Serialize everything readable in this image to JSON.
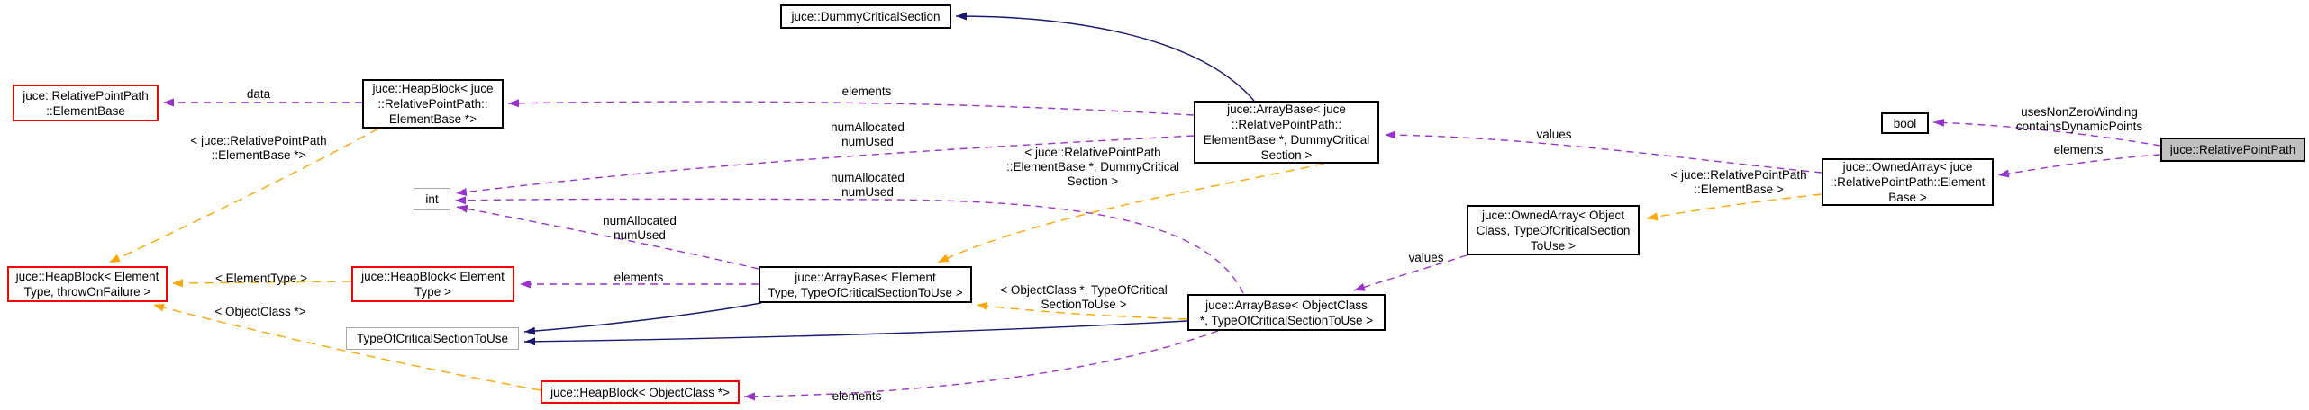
{
  "diagram": {
    "type": "doxygen-collaboration-graph",
    "colors": {
      "member_edge": "#9a32cd",
      "template_edge": "#ffa500",
      "inheritance_edge": "#191970",
      "current_node_fill": "#bfbfbf",
      "truncated_node_border": "#ff0000"
    },
    "nodes": [
      {
        "id": "dummy-critical-section",
        "label": "juce::DummyCriticalSection"
      },
      {
        "id": "relative-point-path-element-base",
        "label": "juce::RelativePointPath\n::ElementBase"
      },
      {
        "id": "heapblock-rpp-elementbase",
        "label": "juce::HeapBlock< juce\n::RelativePointPath::\nElementBase *>"
      },
      {
        "id": "arraybase-rpp-elementbase",
        "label": "juce::ArrayBase< juce\n::RelativePointPath::\nElementBase *, DummyCritical\nSection >"
      },
      {
        "id": "bool",
        "label": "bool"
      },
      {
        "id": "ownedarray-rpp-elementbase",
        "label": "juce::OwnedArray< juce\n::RelativePointPath::Element\nBase >"
      },
      {
        "id": "relative-point-path",
        "label": "juce::RelativePointPath"
      },
      {
        "id": "ownedarray-generic",
        "label": "juce::OwnedArray< Object\nClass, TypeOfCriticalSection\nToUse >"
      },
      {
        "id": "int",
        "label": "int"
      },
      {
        "id": "heapblock-elementtype-throwonfailure",
        "label": "juce::HeapBlock< Element\nType, throwOnFailure >"
      },
      {
        "id": "heapblock-elementtype",
        "label": "juce::HeapBlock< Element\nType >"
      },
      {
        "id": "arraybase-elementtype",
        "label": "juce::ArrayBase< Element\nType, TypeOfCriticalSectionToUse >"
      },
      {
        "id": "arraybase-objectclass",
        "label": "juce::ArrayBase< ObjectClass\n*, TypeOfCriticalSectionToUse >"
      },
      {
        "id": "type-of-critical-section-to-use",
        "label": "TypeOfCriticalSectionToUse"
      },
      {
        "id": "heapblock-objectclass",
        "label": "juce::HeapBlock< ObjectClass *>"
      }
    ],
    "edge_labels": [
      {
        "id": "data",
        "text": "data"
      },
      {
        "id": "elements-heapblock-rpp",
        "text": "elements"
      },
      {
        "id": "numallocated-arraybase-rpp",
        "text": "numAllocated\nnumUsed"
      },
      {
        "id": "template-arraybase-rpp",
        "text": "< juce::RelativePointPath\n::ElementBase *, DummyCritical\nSection >"
      },
      {
        "id": "numallocated-arraybase-objectclass",
        "text": "numAllocated\nnumUsed"
      },
      {
        "id": "values-ownedarray-rpp",
        "text": "values"
      },
      {
        "id": "uses-non-zero-winding",
        "text": "usesNonZeroWinding\ncontainsDynamicPoints"
      },
      {
        "id": "elements-relativepointpath",
        "text": "elements"
      },
      {
        "id": "template-ownedarray-rpp",
        "text": "< juce::RelativePointPath\n::ElementBase >"
      },
      {
        "id": "template-heapblock-rpp",
        "text": "< juce::RelativePointPath\n::ElementBase *>"
      },
      {
        "id": "numallocated-arraybase-elementtype",
        "text": "numAllocated\nnumUsed"
      },
      {
        "id": "template-heapblock-elementtype",
        "text": "< ElementType >"
      },
      {
        "id": "elements-arraybase-elementtype",
        "text": "elements"
      },
      {
        "id": "template-heapblock-objectclass",
        "text": "< ObjectClass *>"
      },
      {
        "id": "template-arraybase-objectclass",
        "text": "< ObjectClass *, TypeOfCritical\nSectionToUse >"
      },
      {
        "id": "values-ownedarray-generic",
        "text": "values"
      },
      {
        "id": "elements-arraybase-objectclass",
        "text": "elements"
      }
    ]
  }
}
